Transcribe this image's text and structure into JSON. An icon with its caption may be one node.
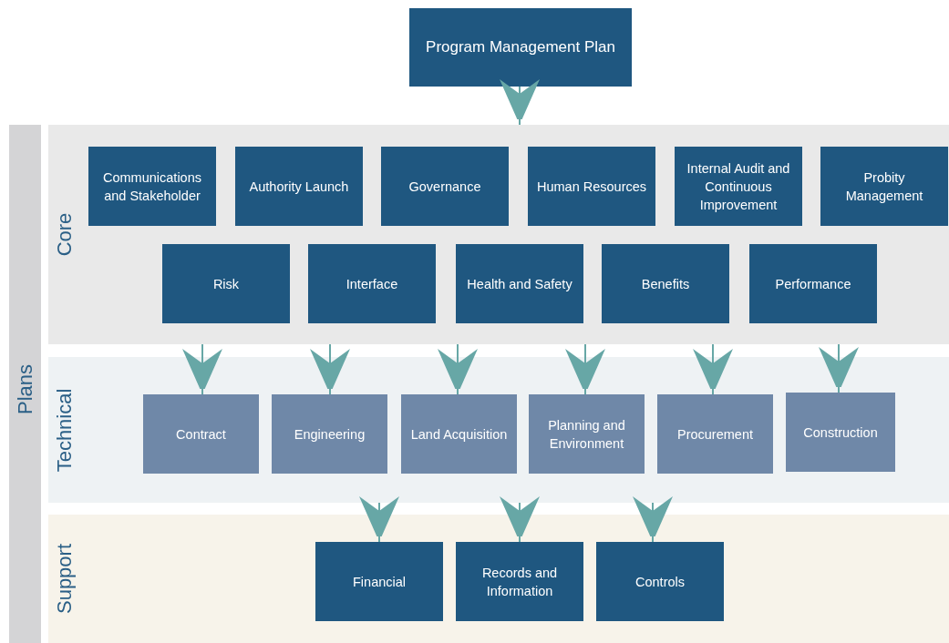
{
  "diagram": {
    "nodes": [
      {
        "text": [
          "Program Management Plan"
        ]
      },
      {
        "text": [
          "Plans"
        ]
      },
      {
        "text": [
          "Core"
        ]
      },
      {
        "text": [
          "Communications and Stakeholder"
        ],
        "in": 2
      },
      {
        "text": [
          "Authority Launch"
        ],
        "in": 2
      },
      {
        "text": [
          "Governance"
        ],
        "in": 2
      },
      {
        "text": [
          "Human Resources"
        ],
        "in": 2
      },
      {
        "text": [
          "Internal Audit and Continuous Improvement"
        ],
        "in": 2
      },
      {
        "text": [
          "Probity Management"
        ],
        "in": 2
      },
      {
        "text": [
          "Risk"
        ],
        "in": 2
      },
      {
        "text": [
          "Interface"
        ],
        "in": 2
      },
      {
        "text": [
          "Health and Safety"
        ],
        "in": 2
      },
      {
        "text": [
          "Benefits"
        ],
        "in": 2
      },
      {
        "text": [
          "Performance"
        ],
        "in": 2
      },
      {
        "text": [
          "Technical"
        ]
      },
      {
        "text": [
          "Contract"
        ],
        "in": 14
      },
      {
        "text": [
          "Engineering"
        ],
        "in": 14
      },
      {
        "text": [
          "Land Acquisition"
        ],
        "in": 14
      },
      {
        "text": [
          "Planning and Environment"
        ],
        "in": 14
      },
      {
        "text": [
          "Procurement"
        ],
        "in": 14
      },
      {
        "text": [
          "Construction"
        ],
        "in": 14
      },
      {
        "text": [
          "Support"
        ]
      },
      {
        "text": [
          "Financial"
        ],
        "in": 21
      },
      {
        "text": [
          "Records and Information"
        ],
        "in": 21
      },
      {
        "text": [
          "Controls"
        ],
        "in": 21
      }
    ],
    "edges": [
      {
        "from": 0,
        "to": 2,
        "arrow": "to"
      },
      {
        "from": 2,
        "to": 15,
        "arrow": "to"
      },
      {
        "from": 2,
        "to": 16,
        "arrow": "to"
      },
      {
        "from": 2,
        "to": 17,
        "arrow": "to"
      },
      {
        "from": 2,
        "to": 18,
        "arrow": "to"
      },
      {
        "from": 2,
        "to": 19,
        "arrow": "to"
      },
      {
        "from": 2,
        "to": 20,
        "arrow": "to"
      },
      {
        "from": 14,
        "to": 22,
        "arrow": "to"
      },
      {
        "from": 14,
        "to": 23,
        "arrow": "to"
      },
      {
        "from": 14,
        "to": 24,
        "arrow": "to"
      }
    ]
  }
}
